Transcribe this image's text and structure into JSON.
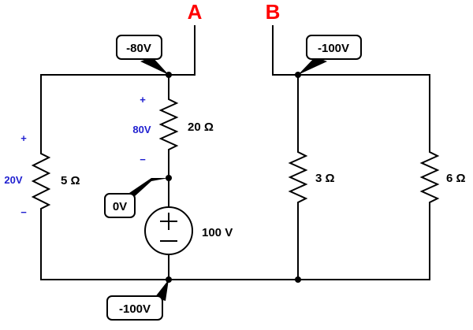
{
  "colors": {
    "terminal": "#ff0000",
    "polarity": "#1f1fd0",
    "wire": "#000000"
  },
  "terminals": {
    "a": "A",
    "b": "B"
  },
  "resistors": {
    "r5": {
      "label": "5 Ω",
      "plus": "+",
      "voltage": "20V",
      "minus": "−"
    },
    "r20": {
      "label": "20 Ω",
      "plus": "+",
      "voltage": "80V",
      "minus": "−"
    },
    "r3": {
      "label": "3 Ω"
    },
    "r6": {
      "label": "6 Ω"
    }
  },
  "source": {
    "label": "100 V",
    "plus": "+",
    "minus": "−"
  },
  "node_tags": {
    "top_left": "-80V",
    "top_right": "-100V",
    "middle": "0V",
    "bottom": "-100V"
  }
}
